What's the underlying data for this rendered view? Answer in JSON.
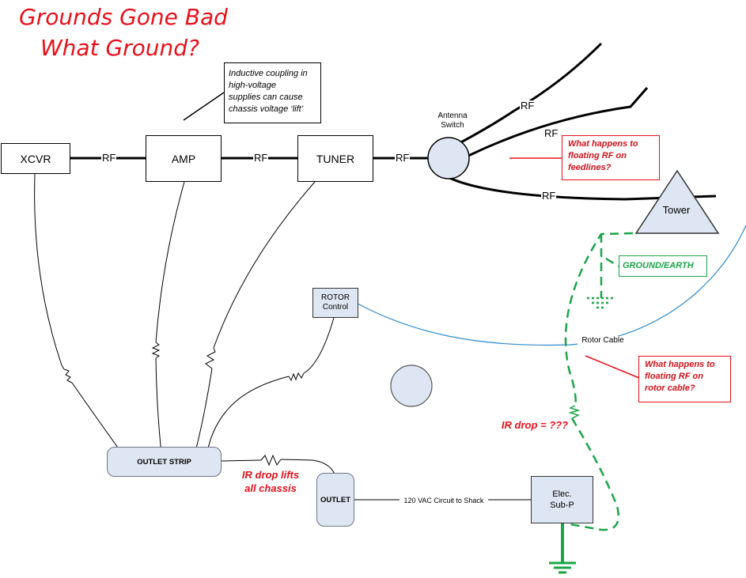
{
  "title": {
    "line1": "Grounds Gone Bad",
    "line2": "What Ground?"
  },
  "equipment": {
    "xcvr": "XCVR",
    "amp": "AMP",
    "tuner": "TUNER"
  },
  "rf_labels": {
    "xcvr_amp": "RF",
    "amp_tuner": "RF",
    "tuner_switch": "RF",
    "feed_upper": "RF",
    "feed_mid": "RF",
    "feed_lower": "RF"
  },
  "antenna_switch": "Antenna\nSwitch",
  "tower": "Tower",
  "rotor_control": "ROTOR\nControl",
  "rotor_cable": "Rotor Cable",
  "outlet_strip": "OUTLET STRIP",
  "outlet": "OUTLET",
  "circuit_label": "120 VAC Circuit to Shack",
  "subpanel": "Elec.\nSub-P",
  "callouts": {
    "inductive": "Inductive coupling in\nhigh-voltage\nsupplies can cause\nchassis voltage ‘lift’",
    "feedlines": "What happens to\nfloating RF on\nfeedlines?",
    "ground_earth": "GROUND/EARTH",
    "rotor_cable_rf": "What happens to\nfloating RF on\nrotor cable?"
  },
  "ir_drop_chassis": "IR drop lifts\nall chassis",
  "ir_drop_unknown": "IR drop = ???",
  "colors": {
    "title_red": "#e8101a",
    "ground_green": "#1aa548",
    "rotor_cable_blue": "#2e8bd0",
    "shape_fill": "#dfe6f3"
  }
}
